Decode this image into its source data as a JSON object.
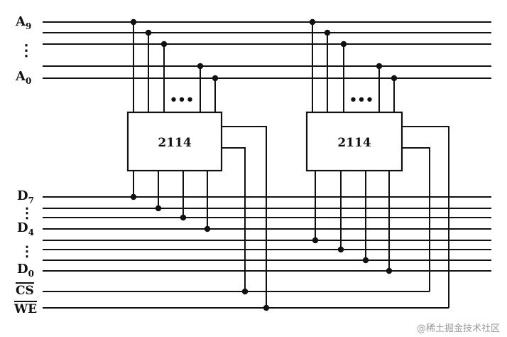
{
  "diagram": {
    "address_labels": {
      "top": "A",
      "top_sub": "9",
      "bottom": "A",
      "bottom_sub": "0",
      "ellipsis": "⋮"
    },
    "data_labels": {
      "d7": "D",
      "d7_sub": "7",
      "d4": "D",
      "d4_sub": "4",
      "d0": "D",
      "d0_sub": "0",
      "ellipsis": "⋮"
    },
    "control_labels": {
      "cs": "CS",
      "we": "WE"
    },
    "chips": [
      {
        "label": "2114",
        "address_ellipsis": "•••"
      },
      {
        "label": "2114",
        "address_ellipsis": "•••"
      }
    ],
    "watermark": "@稀土掘金技术社区"
  }
}
